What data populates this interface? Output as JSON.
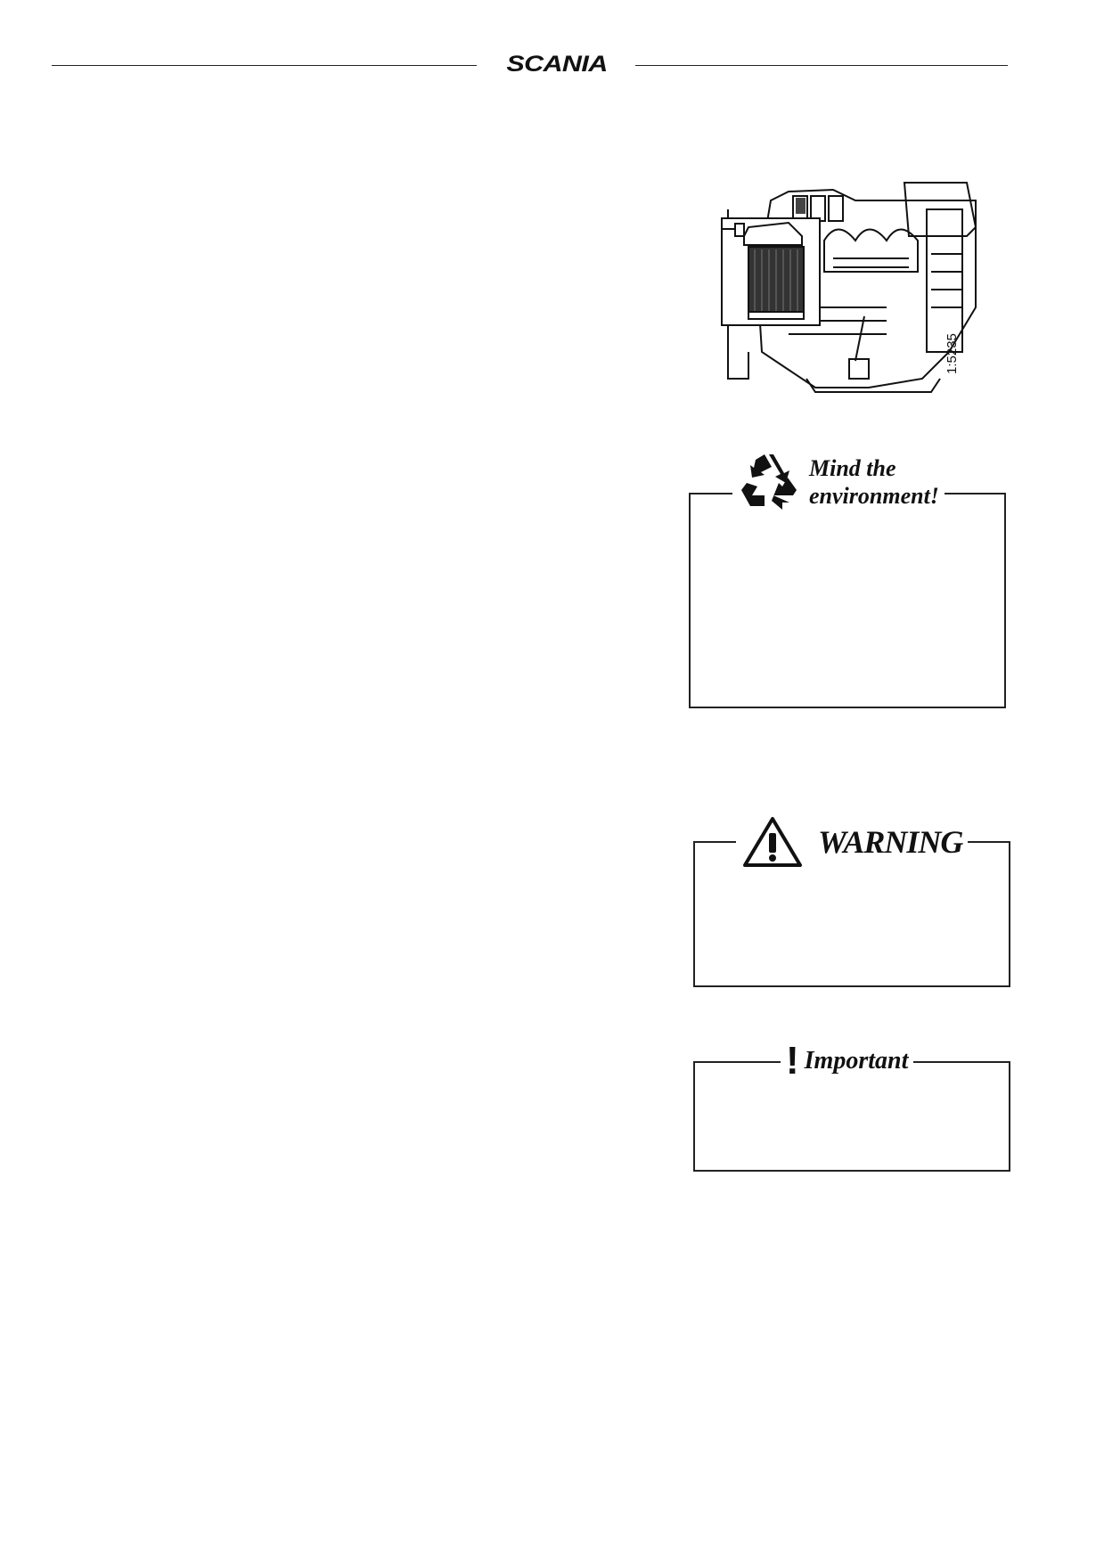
{
  "header": {
    "brand": "SCANIA"
  },
  "figure": {
    "reference": "1:5235",
    "icon": "engine-oil-filter-illustration"
  },
  "notices": {
    "environment": {
      "icon": "recycle-icon",
      "title_line1": "Mind the",
      "title_line2": "environment!"
    },
    "warning": {
      "icon": "warning-triangle-icon",
      "title": "WARNING"
    },
    "important": {
      "icon": "exclamation-icon",
      "title": "Important",
      "mark": "!"
    }
  }
}
